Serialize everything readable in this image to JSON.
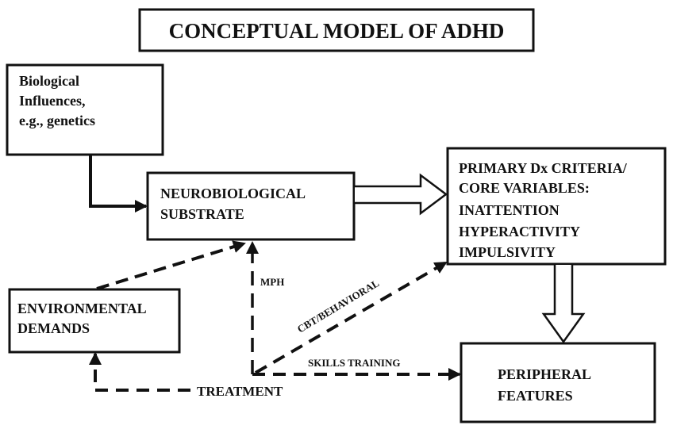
{
  "title": "CONCEPTUAL MODEL OF ADHD",
  "nodes": {
    "biological": [
      "Biological",
      "Influences,",
      "e.g., genetics"
    ],
    "neurobiological": [
      "NEUROBIOLOGICAL",
      "SUBSTRATE"
    ],
    "primary": [
      "PRIMARY Dx CRITERIA/",
      "CORE VARIABLES:",
      "INATTENTION",
      "HYPERACTIVITY",
      "IMPULSIVITY"
    ],
    "environmental": [
      "ENVIRONMENTAL",
      "DEMANDS"
    ],
    "peripheral": [
      "PERIPHERAL",
      "FEATURES"
    ],
    "treatment": "TREATMENT"
  },
  "edge_labels": {
    "mph": "MPH",
    "cbt": "CBT/BEHAVIORAL",
    "skills": "SKILLS TRAINING"
  },
  "colors": {
    "ink": "#111111",
    "background": "#ffffff"
  }
}
